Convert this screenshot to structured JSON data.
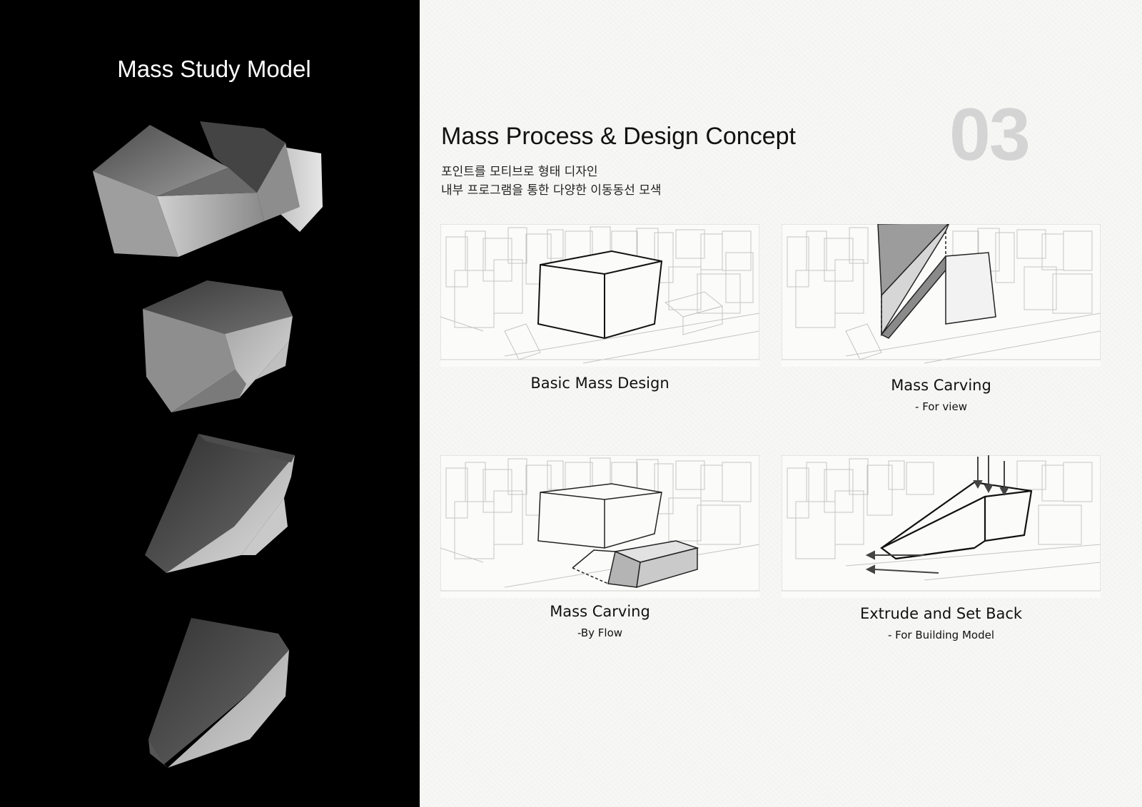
{
  "left": {
    "title": "Mass Study Model"
  },
  "header": {
    "section_number": "03",
    "title": "Mass Process & Design Concept",
    "subtitle_line1": "포인트를 모티브로 형태 디자인",
    "subtitle_line2": "내부 프로그램을 통한 다양한 이동동선 모색"
  },
  "diagrams": [
    {
      "title": "Basic Mass Design",
      "subtitle": ""
    },
    {
      "title": "Mass Carving",
      "subtitle": "- For view"
    },
    {
      "title": "Mass Carving",
      "subtitle": "-By Flow"
    },
    {
      "title": "Extrude and Set Back",
      "subtitle": "- For Building Model"
    }
  ]
}
